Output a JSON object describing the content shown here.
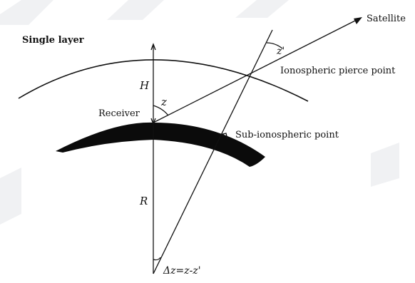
{
  "labels": {
    "satellite": "Satellite",
    "single_layer": "Single layer",
    "ipp": "Ionospheric pierce point",
    "receiver": "Receiver",
    "sub_ionospheric": "Sub-ionospheric point",
    "H": "H",
    "R": "R",
    "z": "z",
    "z_prime": "z'",
    "delta_z": "Δz=z-z'"
  },
  "colors": {
    "ink": "#111111",
    "earth": "#0b0b0b",
    "watermark": "#e4e6ea"
  }
}
